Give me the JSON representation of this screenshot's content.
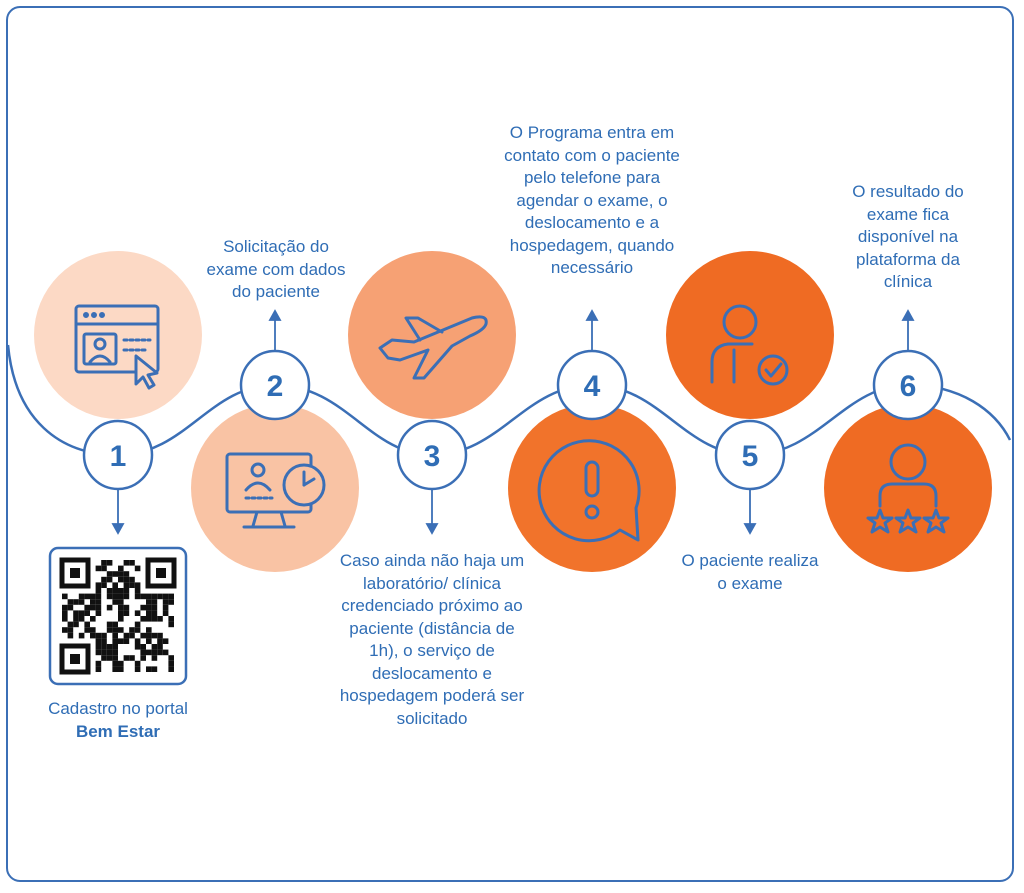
{
  "steps": [
    {
      "number": "1",
      "text": "Cadastro no portal",
      "emphasis": "Bem Estar"
    },
    {
      "number": "2",
      "text": "Solicitação do exame com dados do paciente"
    },
    {
      "number": "3",
      "text": "Caso ainda não haja um laboratório/ clínica credenciado próximo ao paciente (distância de 1h), o serviço de deslocamento e hospedagem poderá ser solicitado"
    },
    {
      "number": "4",
      "text": "O Programa entra em contato com o paciente pelo telefone para agendar o exame, o deslocamento e a hospedagem, quando necessário"
    },
    {
      "number": "5",
      "text": "O paciente realiza o exame"
    },
    {
      "number": "6",
      "text": "O resultado do exame fica disponível na plataforma da clínica"
    }
  ],
  "icons": [
    "web-registration-icon",
    "computer-clock-icon",
    "airplane-icon",
    "alert-chat-icon",
    "person-check-icon",
    "person-rating-icon",
    "qr-code-icon"
  ],
  "colors": {
    "blue": "#2f6db5",
    "light_peach": "#fcd9c5",
    "peach": "#f7b88f",
    "salmon": "#f6a174",
    "orange": "#f1732b",
    "dark_orange": "#ef6b23"
  }
}
